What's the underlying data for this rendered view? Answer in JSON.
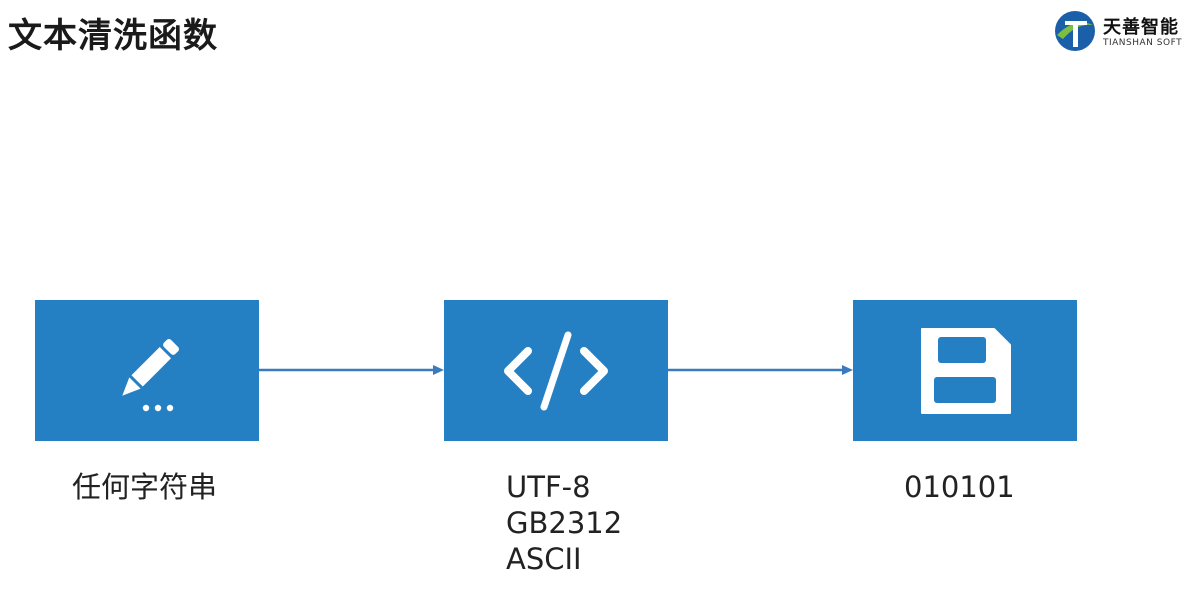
{
  "title": "文本清洗函数",
  "logo": {
    "name_cn": "天善智能",
    "name_en": "TIANSHAN SOFT"
  },
  "colors": {
    "box": "#2580c3",
    "arrow": "#3a7bbf",
    "text": "#222222"
  },
  "steps": [
    {
      "icon": "pencil-icon",
      "label_lines": [
        "任何字符串"
      ]
    },
    {
      "icon": "code-icon",
      "label_lines": [
        "UTF-8",
        "GB2312",
        "ASCII"
      ]
    },
    {
      "icon": "floppy-disk-icon",
      "label_lines": [
        "010101"
      ]
    }
  ]
}
